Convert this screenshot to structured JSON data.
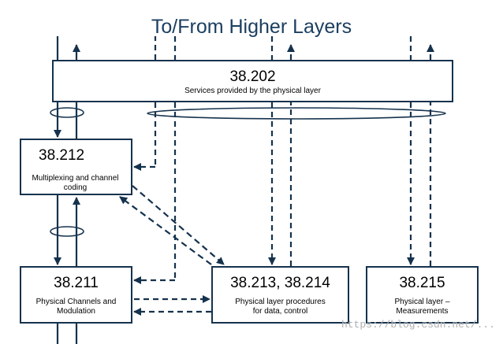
{
  "title": "To/From Higher Layers",
  "boxes": {
    "b202": {
      "number": "38.202",
      "description": "Services provided by the physical layer"
    },
    "b212": {
      "number": "38.212",
      "description": "Multiplexing and channel coding"
    },
    "b211": {
      "number": "38.211",
      "description": "Physical Channels and Modulation"
    },
    "b213": {
      "number": "38.213, 38.214",
      "description_line1": "Physical layer procedures",
      "description_line2": "for data, control"
    },
    "b215": {
      "number": "38.215",
      "description_line1": "Physical layer –",
      "description_line2": "Measurements"
    }
  },
  "watermark": "https://blog.csdn.net/...",
  "colors": {
    "line": "#15324d",
    "title": "#1c3f60",
    "watermark": "#b0b0b0"
  }
}
